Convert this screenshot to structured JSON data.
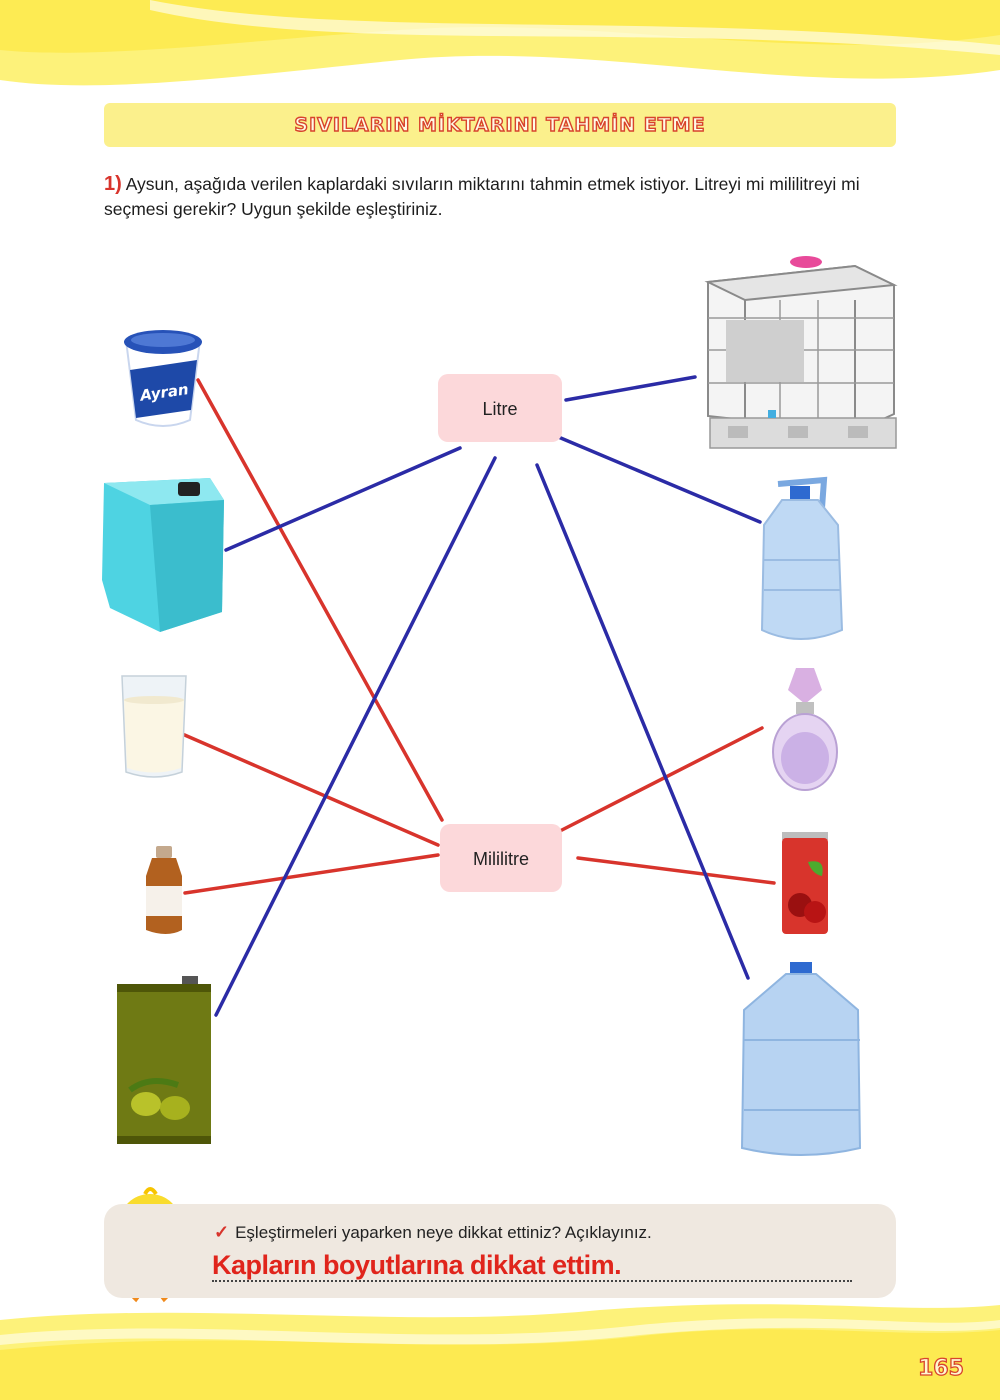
{
  "header": {
    "title": "SIVILARIN MİKTARINI TAHMİN ETME"
  },
  "question": {
    "number": "1)",
    "text": "Aysun, aşağıda verilen kaplardaki sıvıların miktarını tahmin etmek istiyor. Litreyi mi mililitreyi mi seçmesi gerekir? Uygun şekilde eşleştiriniz."
  },
  "boxes": {
    "litre": "Litre",
    "mililitre": "Mililitre"
  },
  "items": {
    "ayran_label": "Ayran",
    "left": [
      "ayran-cup",
      "jerrycan",
      "milk-glass",
      "syrup-bottle",
      "olive-oil-tin"
    ],
    "right": [
      "water-tank",
      "water-bottle",
      "perfume-bottle",
      "soda-can",
      "water-carboy"
    ]
  },
  "matches": {
    "litre": [
      "jerrycan",
      "olive-oil-tin",
      "water-tank",
      "water-bottle",
      "water-carboy"
    ],
    "mililitre": [
      "ayran-cup",
      "milk-glass",
      "syrup-bottle",
      "perfume-bottle",
      "soda-can"
    ]
  },
  "colors": {
    "litre_line": "#2b2ba6",
    "mililitre_line": "#d8342c",
    "box_fill": "#fcd8da",
    "accent": "#d8342c",
    "title_bar": "#fbf08c"
  },
  "hint": {
    "question": "Eşleştirmeleri yaparken neye dikkat ettiniz? Açıklayınız.",
    "answer": "Kapların boyutlarına dikkat ettim."
  },
  "page_number": "165"
}
